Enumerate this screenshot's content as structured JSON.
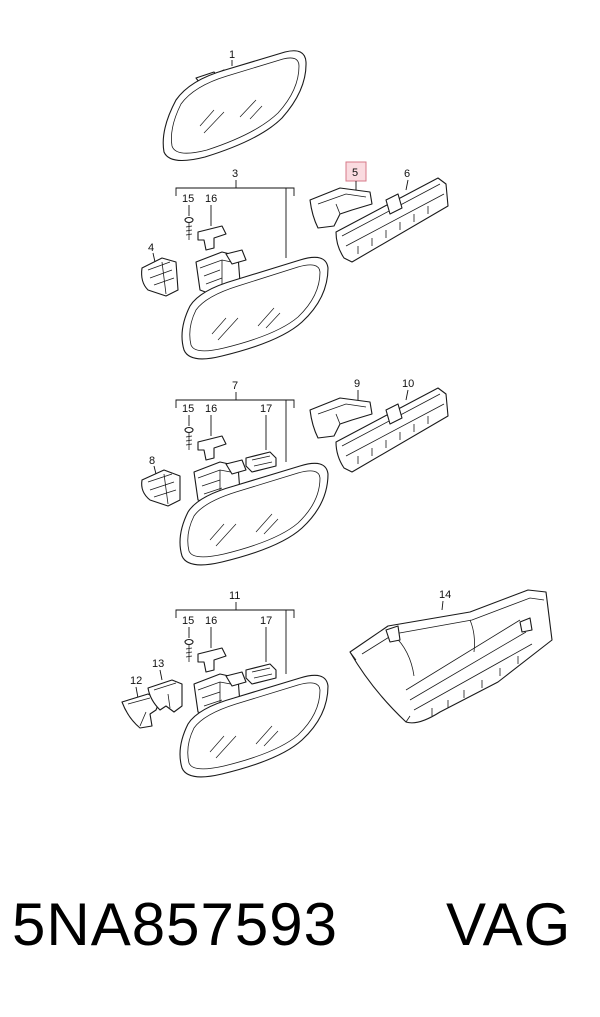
{
  "labels": {
    "l1": "1",
    "l3": "3",
    "l4": "4",
    "l5": "5",
    "l6": "6",
    "l7": "7",
    "l8": "8",
    "l9": "9",
    "l10": "10",
    "l11": "11",
    "l12": "12",
    "l13": "13",
    "l14": "14",
    "l15a": "15",
    "l16a": "16",
    "l15b": "15",
    "l16b": "16",
    "l17b": "17",
    "l15c": "15",
    "l16c": "16",
    "l17c": "17"
  },
  "highlighted_label": "5",
  "colors": {
    "highlight_fill": "#fadbe0",
    "highlight_stroke": "#d77a88",
    "line": "#1a1a1a"
  },
  "footer": {
    "part_number": "5NA857593",
    "brand": "VAG"
  }
}
